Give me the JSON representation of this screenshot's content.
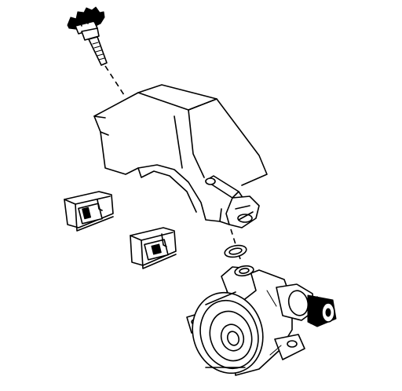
{
  "diagram": {
    "parts": [
      {
        "id": "knob",
        "icon": "adjuster-knob-icon"
      },
      {
        "id": "cover",
        "icon": "cover-bracket-icon"
      },
      {
        "id": "clip-a",
        "icon": "retaining-clip-icon"
      },
      {
        "id": "clip-b",
        "icon": "retaining-clip-icon"
      },
      {
        "id": "o-ring",
        "icon": "o-ring-icon"
      },
      {
        "id": "pump",
        "icon": "pump-assembly-icon"
      }
    ],
    "line_color": "#000000",
    "background": "#ffffff"
  }
}
